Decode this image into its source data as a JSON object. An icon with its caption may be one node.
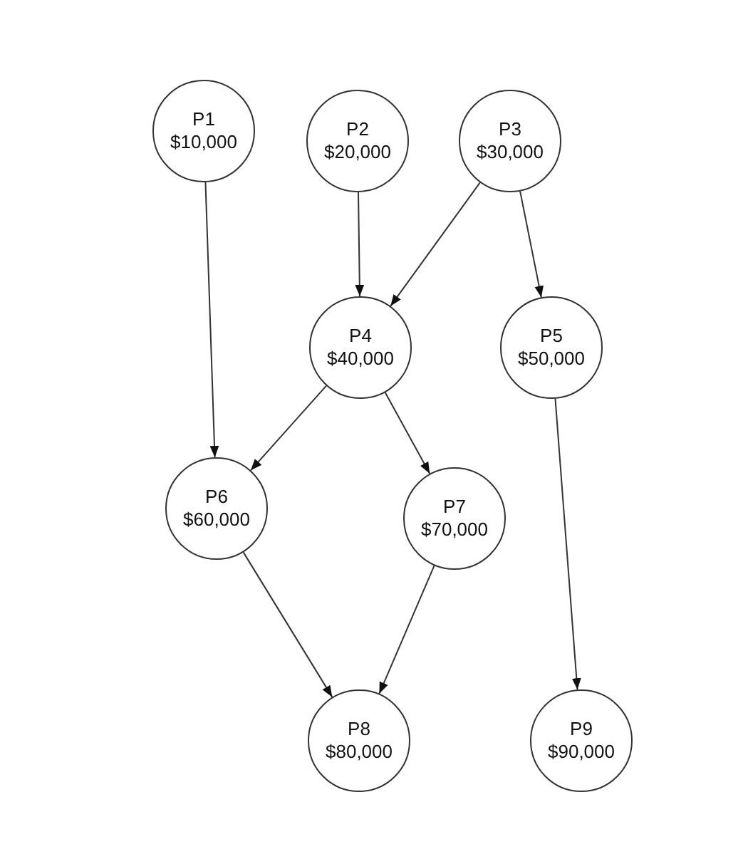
{
  "diagram": {
    "nodes": [
      {
        "text": [
          "P1",
          "$10,000"
        ]
      },
      {
        "text": [
          "P2",
          "$20,000"
        ]
      },
      {
        "text": [
          "P3",
          "$30,000"
        ]
      },
      {
        "text": [
          "P4",
          "$40,000"
        ]
      },
      {
        "text": [
          "P5",
          "$50,000"
        ]
      },
      {
        "text": [
          "P6",
          "$60,000"
        ]
      },
      {
        "text": [
          "P7",
          "$70,000"
        ]
      },
      {
        "text": [
          "P8",
          "$80,000"
        ]
      },
      {
        "text": [
          "P9",
          "$90,000"
        ]
      }
    ],
    "edges": [
      {
        "from": 0,
        "to": 5,
        "arrow": "to"
      },
      {
        "from": 1,
        "to": 3,
        "arrow": "to"
      },
      {
        "from": 2,
        "to": 3,
        "arrow": "to"
      },
      {
        "from": 2,
        "to": 4,
        "arrow": "to"
      },
      {
        "from": 3,
        "to": 5,
        "arrow": "to"
      },
      {
        "from": 3,
        "to": 6,
        "arrow": "to"
      },
      {
        "from": 4,
        "to": 8,
        "arrow": "to"
      },
      {
        "from": 5,
        "to": 7,
        "arrow": "to"
      },
      {
        "from": 6,
        "to": 7,
        "arrow": "to"
      }
    ]
  }
}
